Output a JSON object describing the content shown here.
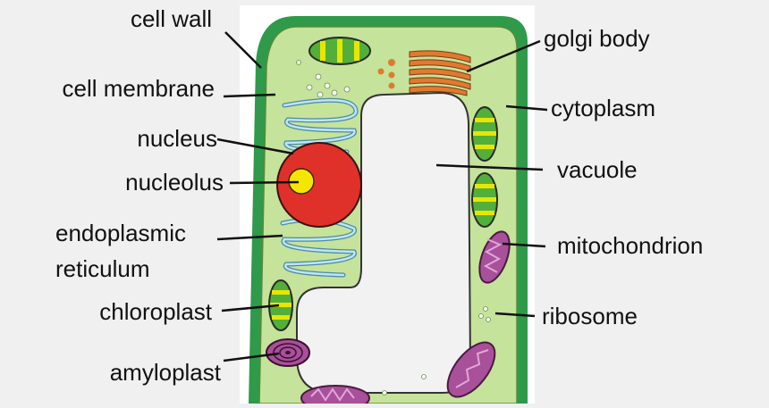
{
  "labels": {
    "cell_wall": "cell wall",
    "cell_membrane": "cell membrane",
    "nucleus": "nucleus",
    "nucleolus": "nucleolus",
    "endoplasmic_1": "endoplasmic",
    "endoplasmic_2": "reticulum",
    "chloroplast": "chloroplast",
    "amyloplast": "amyloplast",
    "golgi_body": "golgi body",
    "cytoplasm": "cytoplasm",
    "vacuole": "vacuole",
    "mitochondrion": "mitochondrion",
    "ribosome": "ribosome"
  },
  "colors": {
    "background": "#f0f0f0",
    "cell_wall": "#2e9a4a",
    "cytoplasm": "#c5e39a",
    "vacuole": "#f2f2f2",
    "nucleus": "#e0302a",
    "nucleolus": "#f5e600",
    "chloroplast": "#52b03a",
    "golgi": "#e07a30",
    "er": "#9fd8e8",
    "mitochondrion": "#a8509a"
  }
}
